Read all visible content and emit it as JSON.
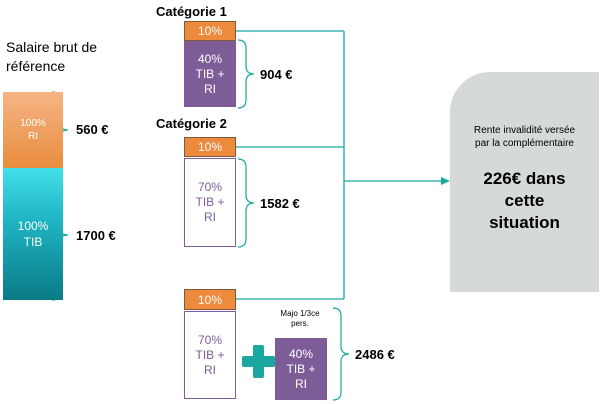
{
  "left": {
    "title": "Salaire brut de\nréférence",
    "ri_segment": "100%\nRI",
    "tib_segment": "100%\nTIB",
    "ri_amount": "560 €",
    "tib_amount": "1700 €"
  },
  "category1": {
    "title": "Catégorie  1",
    "top_box": "10%",
    "main_box": "40%\nTIB +\nRI",
    "amount": "904 €"
  },
  "category2": {
    "title": "Catégorie 2",
    "top_box": "10%",
    "main_box": "70%\nTIB +\nRI",
    "amount": "1582 €"
  },
  "category3": {
    "top_box": "10%",
    "main_box": "70%\nTIB +\nRI",
    "majo_label": "Majo 1/3ce\npers.",
    "majo_box": "40%\nTIB +\nRI",
    "amount": "2486 €"
  },
  "result": {
    "caption": "Rente invalidité versée\npar la complémentaire",
    "value": "226€ dans\ncette\nsituation"
  },
  "colors": {
    "orange": "#ed8a3d",
    "purple": "#7e5c98",
    "teal": "#1fb4c3",
    "connector": "#1aa7a0",
    "result_bg": "#d5d9d8"
  }
}
